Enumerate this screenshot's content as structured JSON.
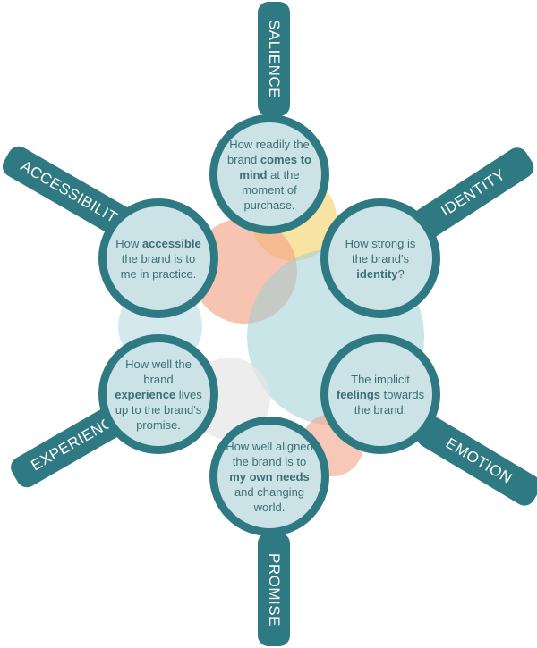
{
  "colors": {
    "teal": "#2f7a82",
    "lens_fill": "#cbe3e6",
    "lens_text": "#3b6f74",
    "bubble_salmon": "#f2a487",
    "bubble_yellow": "#f5d77a",
    "bubble_blue": "#9fcfd6",
    "bubble_grey": "#e5e5e5"
  },
  "dimensions": [
    {
      "label": "SALIENCE",
      "text_parts": [
        "How readily the brand ",
        "comes to mind",
        " at the moment of purchase."
      ]
    },
    {
      "label": "IDENTITY",
      "text_parts": [
        "How strong is the brand's ",
        "identity",
        "?"
      ]
    },
    {
      "label": "EMOTION",
      "text_parts": [
        "The implicit ",
        "feelings",
        " towards the brand."
      ]
    },
    {
      "label": "PROMISE",
      "text_parts": [
        "How well aligned the brand is to ",
        "my own needs",
        " and changing world."
      ]
    },
    {
      "label": "EXPERIENCE",
      "text_parts": [
        "How well the brand ",
        "experience",
        " lives up to the brand's promise."
      ]
    },
    {
      "label": "ACCESSIBILITY",
      "text_parts": [
        "How ",
        "accessible",
        " the brand is to me in practice."
      ]
    }
  ]
}
